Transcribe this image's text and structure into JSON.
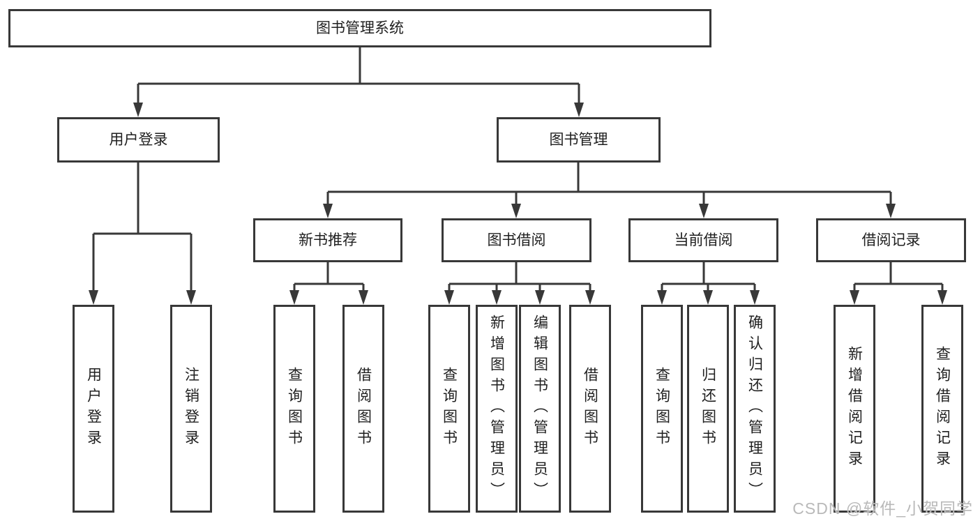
{
  "colors": {
    "line": "#383838",
    "text": "#1f1f1f",
    "watermark": "#b9b9b9",
    "background": "#ffffff"
  },
  "watermark": {
    "text": "CSDN @软件_小贺同学"
  },
  "tree": {
    "root": {
      "label": "图书管理系统",
      "children": [
        {
          "label": "用户登录",
          "children": [
            {
              "label": "用户登录"
            },
            {
              "label": "注销登录"
            }
          ]
        },
        {
          "label": "图书管理",
          "children": [
            {
              "label": "新书推荐",
              "children": [
                {
                  "label": "查询图书"
                },
                {
                  "label": "借阅图书"
                }
              ]
            },
            {
              "label": "图书借阅",
              "children": [
                {
                  "label": "查询图书"
                },
                {
                  "label": "新增图书（管理员）"
                },
                {
                  "label": "编辑图书（管理员）"
                },
                {
                  "label": "借阅图书"
                }
              ]
            },
            {
              "label": "当前借阅",
              "children": [
                {
                  "label": "查询图书"
                },
                {
                  "label": "归还图书"
                },
                {
                  "label": "确认归还（管理员）"
                }
              ]
            },
            {
              "label": "借阅记录",
              "children": [
                {
                  "label": "新增借阅记录"
                },
                {
                  "label": "查询借阅记录"
                }
              ]
            }
          ]
        }
      ]
    }
  }
}
